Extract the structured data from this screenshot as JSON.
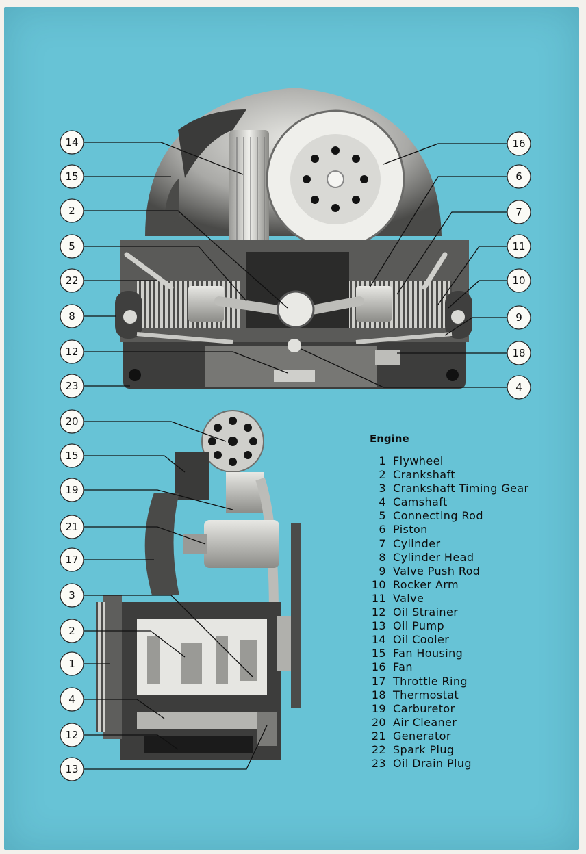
{
  "legend": {
    "title": "Engine",
    "items": [
      {
        "num": "1",
        "label": "Flywheel"
      },
      {
        "num": "2",
        "label": "Crankshaft"
      },
      {
        "num": "3",
        "label": "Crankshaft Timing Gear"
      },
      {
        "num": "4",
        "label": "Camshaft"
      },
      {
        "num": "5",
        "label": "Connecting Rod"
      },
      {
        "num": "6",
        "label": "Piston"
      },
      {
        "num": "7",
        "label": "Cylinder"
      },
      {
        "num": "8",
        "label": "Cylinder Head"
      },
      {
        "num": "9",
        "label": "Valve Push Rod"
      },
      {
        "num": "10",
        "label": "Rocker Arm"
      },
      {
        "num": "11",
        "label": "Valve"
      },
      {
        "num": "12",
        "label": "Oil Strainer"
      },
      {
        "num": "13",
        "label": "Oil Pump"
      },
      {
        "num": "14",
        "label": "Oil Cooler"
      },
      {
        "num": "15",
        "label": "Fan Housing"
      },
      {
        "num": "16",
        "label": "Fan"
      },
      {
        "num": "17",
        "label": "Throttle Ring"
      },
      {
        "num": "18",
        "label": "Thermostat"
      },
      {
        "num": "19",
        "label": "Carburetor"
      },
      {
        "num": "20",
        "label": "Air Cleaner"
      },
      {
        "num": "21",
        "label": "Generator"
      },
      {
        "num": "22",
        "label": "Spark Plug"
      },
      {
        "num": "23",
        "label": "Oil Drain Plug"
      }
    ]
  },
  "top_callouts": {
    "left": [
      "14",
      "15",
      "2",
      "5",
      "22",
      "8",
      "12",
      "23"
    ],
    "right": [
      "16",
      "6",
      "7",
      "11",
      "10",
      "9",
      "18",
      "4"
    ]
  },
  "bottom_callouts": {
    "left": [
      "20",
      "15",
      "19",
      "21",
      "17",
      "3",
      "2",
      "1",
      "4",
      "12",
      "13"
    ]
  },
  "colors": {
    "background": "#67c3d6",
    "engine_dark": "#3a3a3a",
    "engine_light": "#cfcfcf",
    "callout_fill": "#fbfbf6"
  }
}
